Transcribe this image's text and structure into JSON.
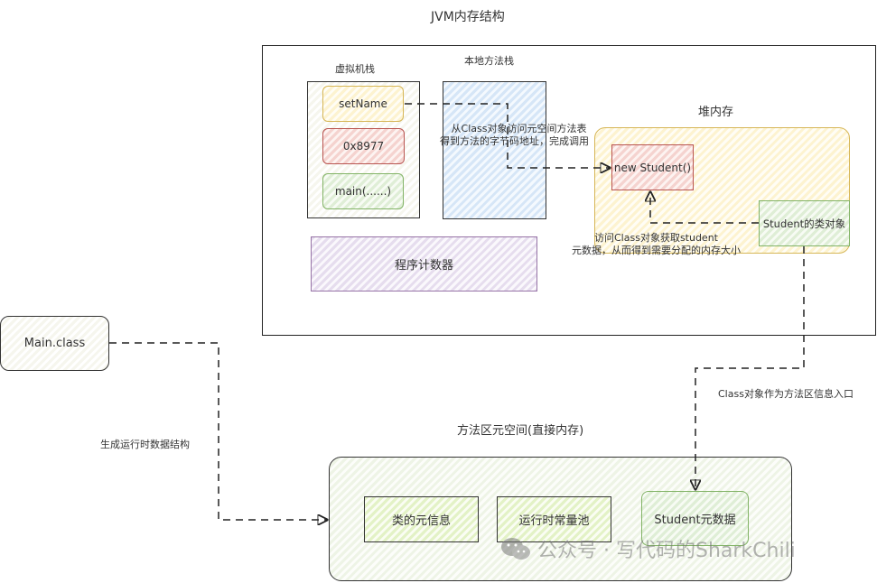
{
  "title": "JVM内存结构",
  "jvm_area": {
    "vm_stack": {
      "label": "虚拟机栈",
      "frames": [
        "setName",
        "0x8977",
        "main(......)"
      ]
    },
    "native_stack": {
      "label": "本地方法栈",
      "note_line1": "从Class对象访问元空间方法表",
      "note_line2": "得到方法的字节码地址，完成调用"
    },
    "heap": {
      "label": "堆内存",
      "new_object": "new Student()",
      "class_object": "Student的类对象",
      "note_line1": "访问Class对象获取student",
      "note_line2": "元数据，从而得到需要分配的内存大小"
    },
    "pc_register": {
      "label": "程序计数器"
    }
  },
  "main_class": {
    "label": "Main.class",
    "arrow_note": "生成运行时数据结构"
  },
  "class_entry_note": "Class对象作为方法区信息入口",
  "metaspace": {
    "label": "方法区元空间(直接内存)",
    "items": [
      "类的元信息",
      "运行时常量池",
      "Student元数据"
    ]
  },
  "watermark": "公众号 · 写代码的SharkChili",
  "colors": {
    "yellow": "#d6b656",
    "red": "#b85450",
    "green": "#82b366",
    "blue": "#6c8ebf",
    "purple": "#9673a6",
    "black": "#222222"
  }
}
